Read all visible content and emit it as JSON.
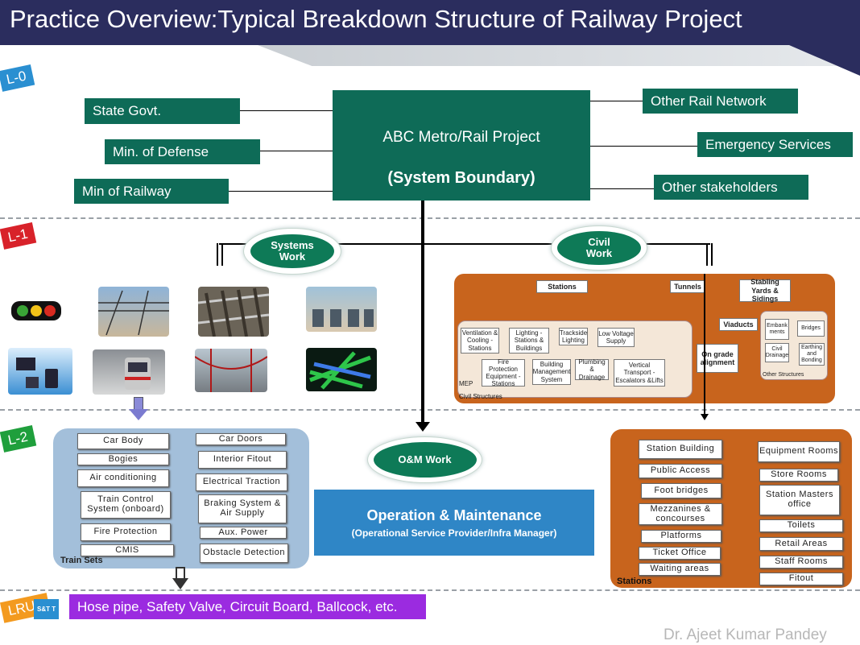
{
  "title": "Practice Overview:Typical Breakdown Structure of Railway Project",
  "levels": {
    "l0": "L-0",
    "l1": "L-1",
    "l2": "L-2",
    "lrus": "LRUs"
  },
  "l0": {
    "center_title": "ABC Metro/Rail Project",
    "center_subtitle": "(System Boundary)",
    "left": [
      "State Govt.",
      "Min. of Defense",
      "Min of Railway"
    ],
    "right": [
      "Other Rail Network",
      "Emergency Services",
      "Other stakeholders"
    ]
  },
  "l1": {
    "systems_work": "Systems Work",
    "civil_work": "Civil Work",
    "photo_icons": [
      "traffic-signal-icon",
      "overhead-line-icon",
      "track-icon",
      "ticket-gate-icon",
      "communication-devices-icon",
      "metro-train-icon",
      "catenary-icon",
      "3d-model-icon"
    ],
    "civil": {
      "stations": "Stations",
      "tunnels": "Tunnels",
      "stabling": "Stabling Yards & Sidings",
      "viaducts": "Viaducts",
      "on_grade": "On grade alignment",
      "mep_items": [
        "Ventilation & Cooling - Stations",
        "Lighting - Stations & Buildings",
        "Trackside Lighting",
        "Low Voltage Supply",
        "Fire Protection Equipment - Stations",
        "Building Management System",
        "Plumbing & Drainage",
        "Vertical Transport - Escalators &Lifts"
      ],
      "mep_label": "MEP",
      "civil_structures_label": "Civil Structures",
      "other_items": [
        "Embank ments",
        "Bridges",
        "Civil Drainage",
        "Earthing and Bonding"
      ],
      "other_label": "Other Structures"
    }
  },
  "l2": {
    "train_sets_left": [
      "Car Body",
      "Bogies",
      "Air conditioning",
      "Train Control System (onboard)",
      "Fire Protection",
      "CMIS"
    ],
    "train_sets_right": [
      "Car Doors",
      "Interior Fitout",
      "Electrical Traction",
      "Braking System & Air Supply",
      "Aux. Power",
      "Obstacle Detection"
    ],
    "train_sets_label": "Train Sets",
    "om_work": "O&M Work",
    "om_title": "Operation & Maintenance",
    "om_subtitle": "(Operational Service Provider/Infra Manager)",
    "stations_left": [
      "Station Building",
      "Public Access",
      "Foot bridges",
      "Mezzanines & concourses",
      "Platforms",
      "Ticket Office",
      "Waiting areas"
    ],
    "stations_right": [
      "Equipment Rooms",
      "Store Rooms",
      "Station Masters office",
      "Toilets",
      "Retail Areas",
      "Staff Rooms",
      "Fitout"
    ],
    "stations_label": "Stations"
  },
  "lrus_prefix": "S&T T",
  "lrus_text": "Hose pipe, Safety Valve, Circuit Board, Ballcock, etc.",
  "author": "Dr. Ajeet Kumar Pandey"
}
